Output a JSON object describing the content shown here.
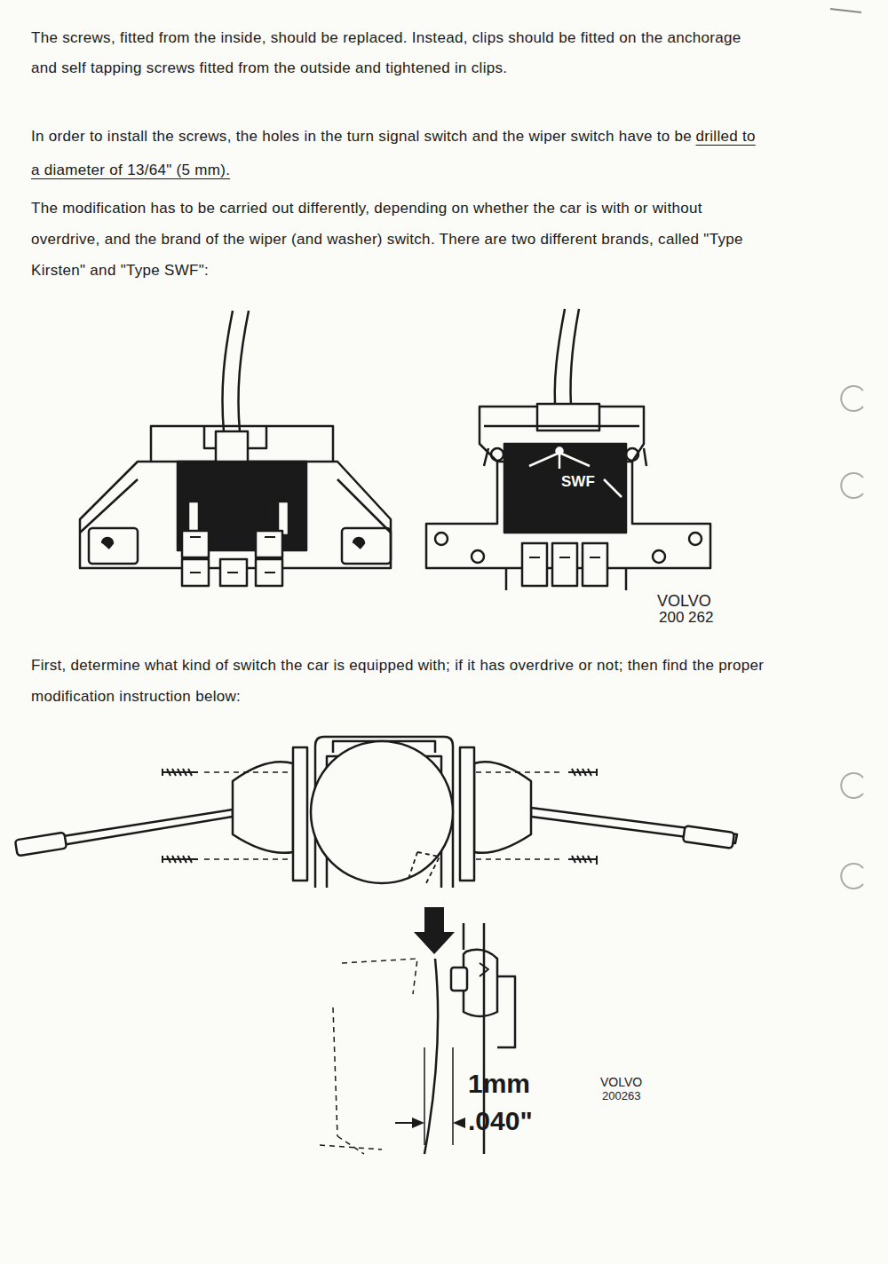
{
  "diagram": {
    "labels": [
      "The screws, fitted from the inside, should be replaced. Instead, clips should be fitted on the anchorage and self tapping screws fitted from the outside and tightened in clips.",
      "In order to install the screws, the holes in the turn signal switch and the wiper switch have to be",
      "drilled to a diameter of 13/64\" (5 mm).",
      "The modification has to be carried out differently, depending on whether the car is with or without overdrive, and the brand of the wiper (and washer) switch. There are two different brands, called \"Type Kirsten\" and \"Type SWF\":",
      "SWF",
      "VOLVO",
      "200 262",
      "First, determine what kind of switch the car is equipped with; if it has overdrive or not; then find the proper modification instruction below:",
      "1mm",
      ".040\"",
      "VOLVO",
      "200263"
    ]
  }
}
